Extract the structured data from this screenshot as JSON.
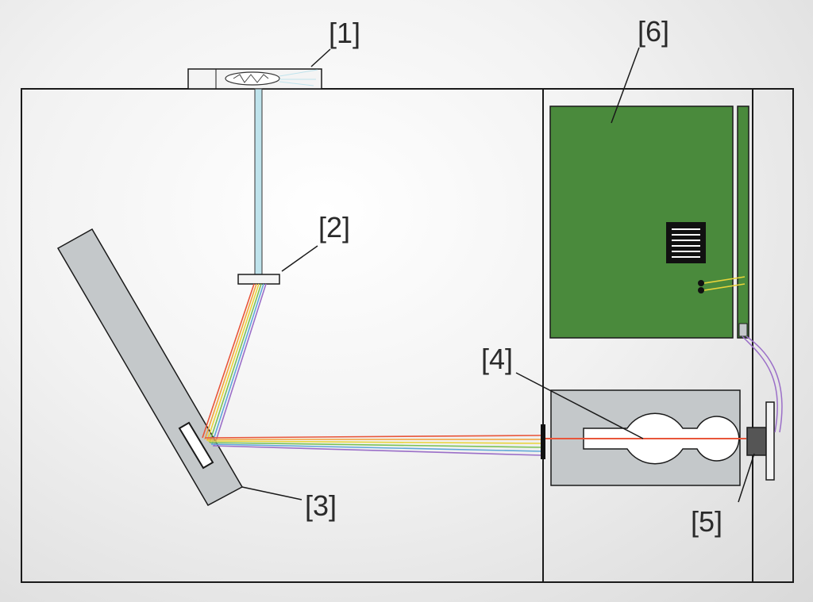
{
  "labels": {
    "light_source": "[1]",
    "mirror": "[2]",
    "grating": "[3]",
    "sample_cell": "[4]",
    "detector": "[5]",
    "electronics_board": "[6]"
  },
  "spectrum_colors": [
    "#e8553a",
    "#f2a23a",
    "#e9d43a",
    "#7cc254",
    "#5fa7d8",
    "#9b6fc8"
  ],
  "board_color": "#4a8a3c",
  "housing_color": "#c4c8ca",
  "fiber_color": "#bfe3ec"
}
